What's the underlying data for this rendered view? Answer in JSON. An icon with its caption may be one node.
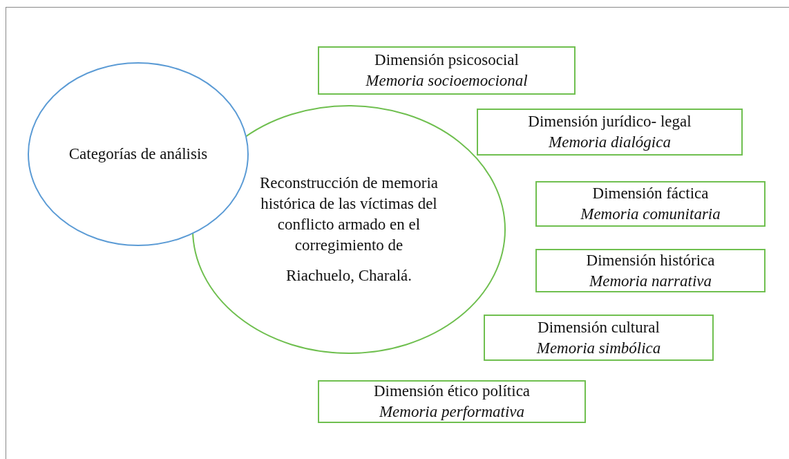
{
  "diagram": {
    "nodes": [
      {
        "text": [
          "Categorías de análisis"
        ]
      },
      {
        "text": [
          "Reconstrucción de memoria histórica de las víctimas del conflicto armado en el corregimiento de",
          "Riachuelo, Charalá."
        ]
      },
      {
        "text": [
          "Dimensión psicosocial",
          "Memoria socioemocional"
        ]
      },
      {
        "text": [
          "Dimensión jurídico- legal",
          "Memoria dialógica"
        ]
      },
      {
        "text": [
          "Dimensión fáctica",
          "Memoria comunitaria"
        ]
      },
      {
        "text": [
          "Dimensión histórica",
          "Memoria narrativa"
        ]
      },
      {
        "text": [
          "Dimensión cultural",
          "Memoria simbólica"
        ]
      },
      {
        "text": [
          "Dimensión ético política",
          "Memoria performativa"
        ]
      }
    ],
    "edges": []
  }
}
